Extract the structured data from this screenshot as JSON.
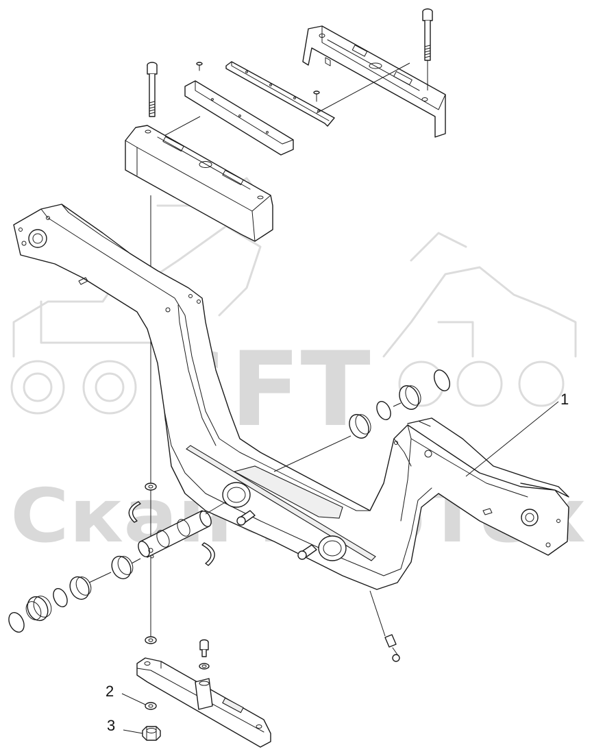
{
  "watermark": {
    "brand": "SFT",
    "company": "СканФорТех"
  },
  "callouts": [
    {
      "id": "1",
      "label": "1"
    },
    {
      "id": "2",
      "label": "2"
    },
    {
      "id": "3",
      "label": "3"
    }
  ],
  "colors": {
    "line": "#1a1a1a",
    "watermark": "#d9d9d9",
    "background": "#ffffff"
  }
}
